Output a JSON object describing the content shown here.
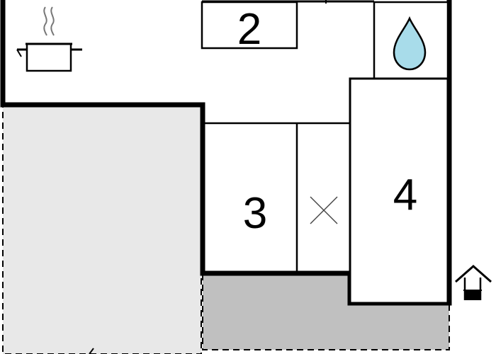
{
  "floorplan": {
    "rooms": [
      {
        "id": "room-2",
        "label": "2"
      },
      {
        "id": "room-3",
        "label": "3"
      },
      {
        "id": "room-4",
        "label": "4"
      }
    ],
    "icons": [
      {
        "name": "kitchen-pot-icon"
      },
      {
        "name": "water-drop-icon"
      },
      {
        "name": "entrance-house-icon"
      },
      {
        "name": "cross-mark-icon"
      }
    ],
    "colors": {
      "wall": "#000000",
      "light_area": "#e8e8e8",
      "dark_area": "#c0c0c0",
      "water": "#a8dcea"
    }
  }
}
